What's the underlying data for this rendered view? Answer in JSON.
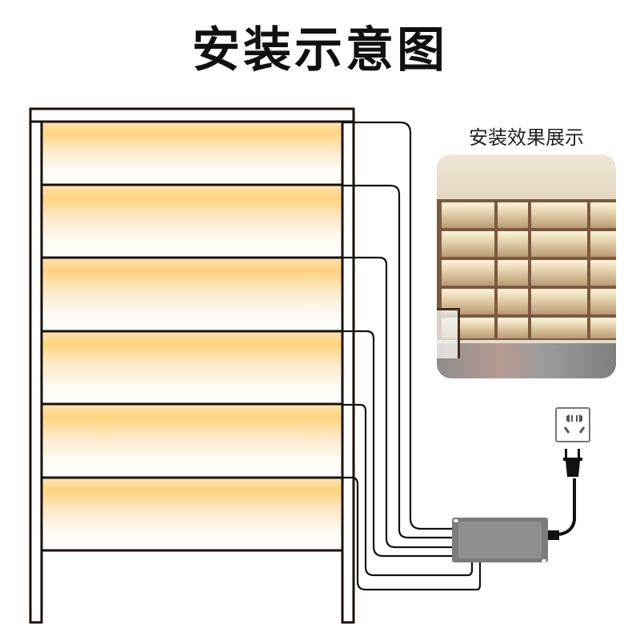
{
  "header": {
    "title": "安装示意图"
  },
  "showcase": {
    "label": "安装效果展示",
    "image_alt": "lit-bookshelf-photo"
  },
  "diagram": {
    "shelf_count": 6,
    "shelf_glow_color": "#fdd27f",
    "frame_color": "#1a1209",
    "controller_color": "#808080",
    "controller_inner_color": "#8f8f8f",
    "icons": [
      "power-outlet-icon",
      "plug-icon",
      "controller-box-icon"
    ]
  }
}
